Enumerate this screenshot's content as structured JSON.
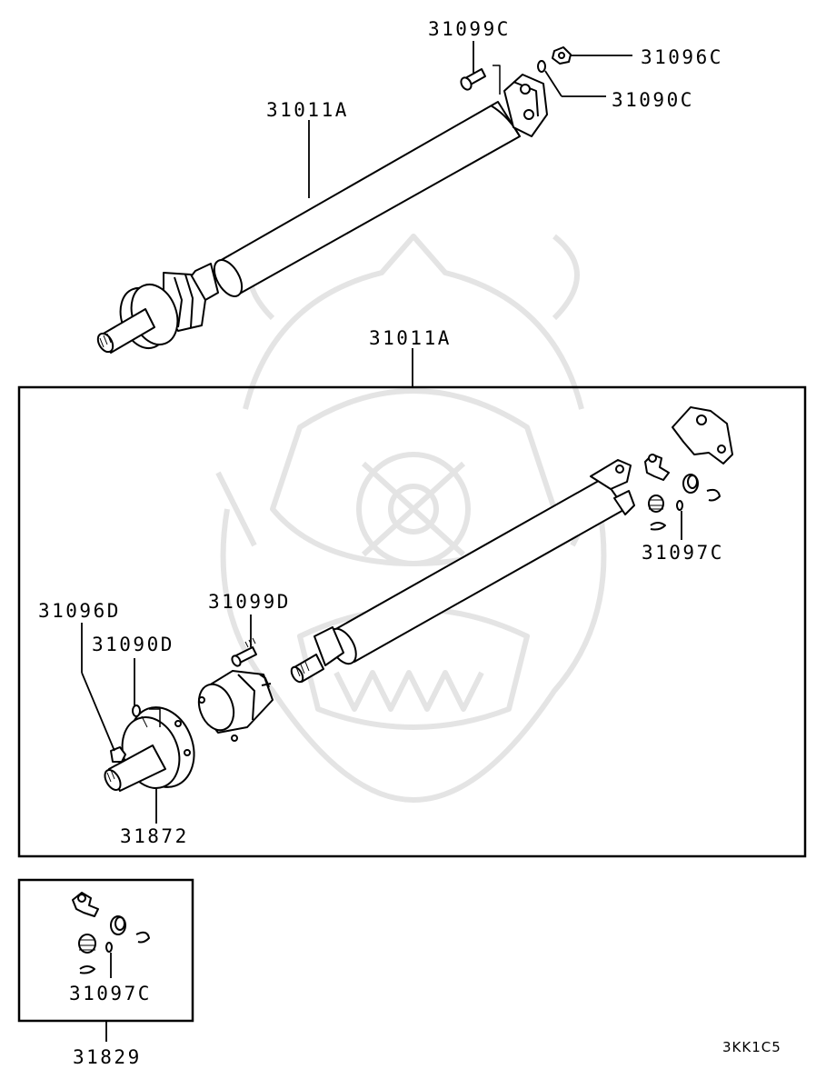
{
  "diagram": {
    "labels": {
      "top_bolt": "31099C",
      "top_nut": "31096C",
      "top_washer": "31090C",
      "top_shaft": "31011A",
      "mid_shaft": "31011A",
      "joint_kit": "31097C",
      "mid_bolt": "31099D",
      "mid_nut": "31096D",
      "mid_washer": "31090D",
      "companion_flange": "31872",
      "small_joint_kit": "31097C",
      "kit_box": "31829"
    },
    "reference_code": "3KK1C5",
    "colors": {
      "line": "#000000",
      "watermark": "#e4e4e4",
      "background": "#ffffff"
    }
  }
}
